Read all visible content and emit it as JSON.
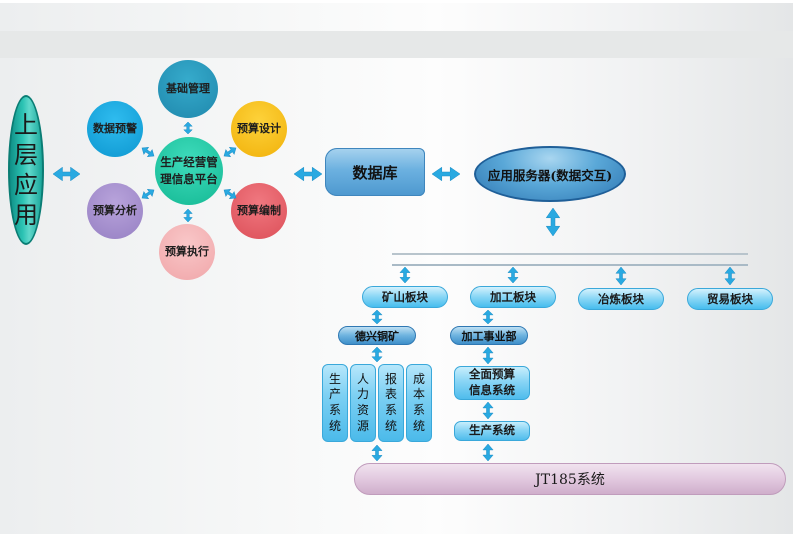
{
  "diagram": {
    "upper_app": {
      "chars": [
        "上",
        "层",
        "应",
        "用"
      ],
      "color": "#2cc3b4"
    },
    "hub": {
      "line1": "生产经营管",
      "line2": "理信息平台",
      "color": "#1ec8a5"
    },
    "modules": [
      {
        "id": "basic",
        "label": "基础管理",
        "color": "#2a9bbf"
      },
      {
        "id": "design",
        "label": "预算设计",
        "color": "#f7c21c"
      },
      {
        "id": "compile",
        "label": "预算编制",
        "color": "#e8636c"
      },
      {
        "id": "execute",
        "label": "预算执行",
        "color": "#f4b6b8"
      },
      {
        "id": "analyze",
        "label": "预算分析",
        "color": "#a58fce"
      },
      {
        "id": "warn",
        "label": "数据预警",
        "color": "#18a8e0"
      }
    ],
    "database": {
      "label": "数据库"
    },
    "app_server": {
      "label": "应用服务器(数据交互)"
    },
    "segments": [
      {
        "label": "矿山板块"
      },
      {
        "label": "加工板块"
      },
      {
        "label": "冶炼板块"
      },
      {
        "label": "贸易板块"
      }
    ],
    "units": [
      {
        "label": "德兴铜矿"
      },
      {
        "label": "加工事业部"
      }
    ],
    "mine_systems": [
      {
        "chars": [
          "生",
          "产",
          "系",
          "统"
        ]
      },
      {
        "chars": [
          "人",
          "力",
          "资",
          "源"
        ]
      },
      {
        "chars": [
          "报",
          "表",
          "系",
          "统"
        ]
      },
      {
        "chars": [
          "成",
          "本",
          "系",
          "统"
        ]
      }
    ],
    "processing_systems": {
      "budget_line1": "全面预算",
      "budget_line2": "信息系统",
      "production": "生产系统"
    },
    "base_system": {
      "label": "JT185系统"
    },
    "arrow_color": "#29a9e1"
  }
}
